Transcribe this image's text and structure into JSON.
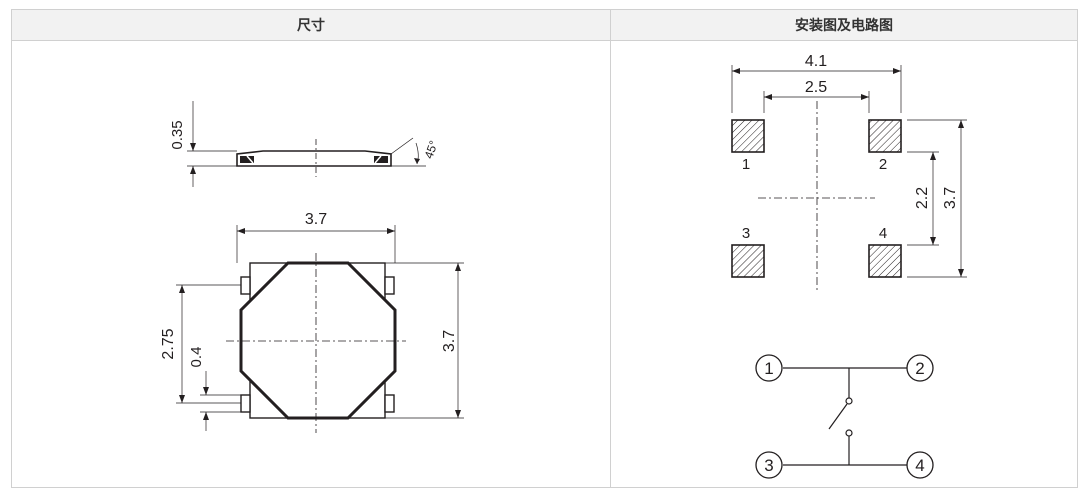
{
  "table": {
    "headers": [
      "尺寸",
      "安装图及电路图"
    ]
  },
  "dimensions": {
    "thickness": "0.35",
    "angle": "45°",
    "width": "3.7",
    "height": "3.7",
    "terminal_pitch": "2.75",
    "terminal_width": "0.4"
  },
  "mounting": {
    "outer_span": "4.1",
    "inner_span": "2.5",
    "pad_pitch_inner": "2.2",
    "pad_pitch_outer": "3.7",
    "pads": [
      "1",
      "2",
      "3",
      "4"
    ]
  },
  "circuit": {
    "terminals": [
      "1",
      "2",
      "3",
      "4"
    ]
  }
}
